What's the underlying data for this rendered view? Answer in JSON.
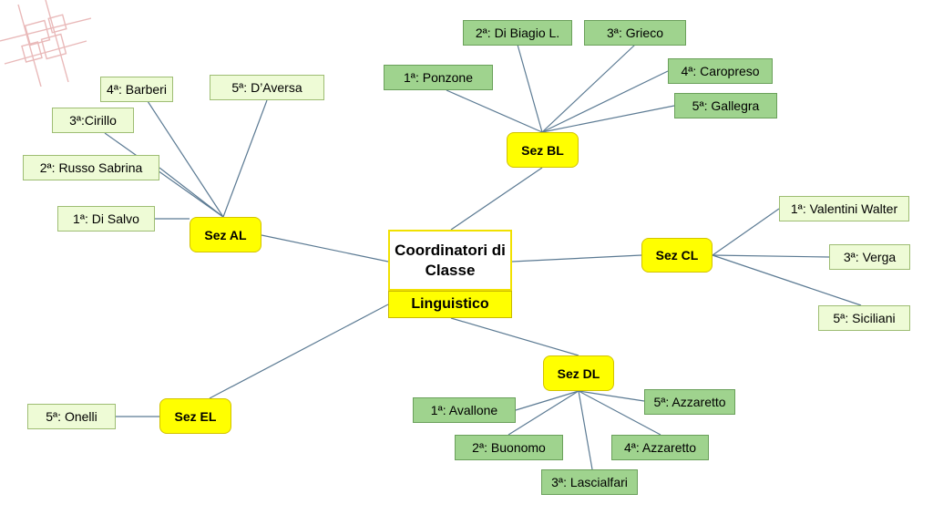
{
  "center": {
    "title": "Coordinatori di Classe",
    "subtitle": "Linguistico"
  },
  "sections": {
    "al": {
      "label": "Sez AL",
      "items": [
        "4ª: Barberi",
        "5ª: D’Aversa",
        "3ª:Cirillo",
        "2ª: Russo Sabrina",
        "1ª: Di Salvo"
      ]
    },
    "bl": {
      "label": "Sez BL",
      "items": [
        "2ª: Di Biagio L.",
        "3ª: Grieco",
        "1ª: Ponzone",
        "4ª: Caropreso",
        "5ª: Gallegra"
      ]
    },
    "cl": {
      "label": "Sez CL",
      "items": [
        "1ª: Valentini Walter",
        "3ª: Verga",
        "5ª: Siciliani"
      ]
    },
    "dl": {
      "label": "Sez DL",
      "items": [
        "1ª: Avallone",
        "5ª: Azzaretto",
        "2ª: Buonomo",
        "4ª: Azzaretto",
        "3ª: Lascialfari"
      ]
    },
    "el": {
      "label": "Sez EL",
      "items": [
        "5ª: Onelli"
      ]
    }
  },
  "colors": {
    "section_fill": "#ffff00",
    "leaf_light": "#eefbd6",
    "leaf_dark": "#9fd38e",
    "connector": "#5b7a93"
  }
}
